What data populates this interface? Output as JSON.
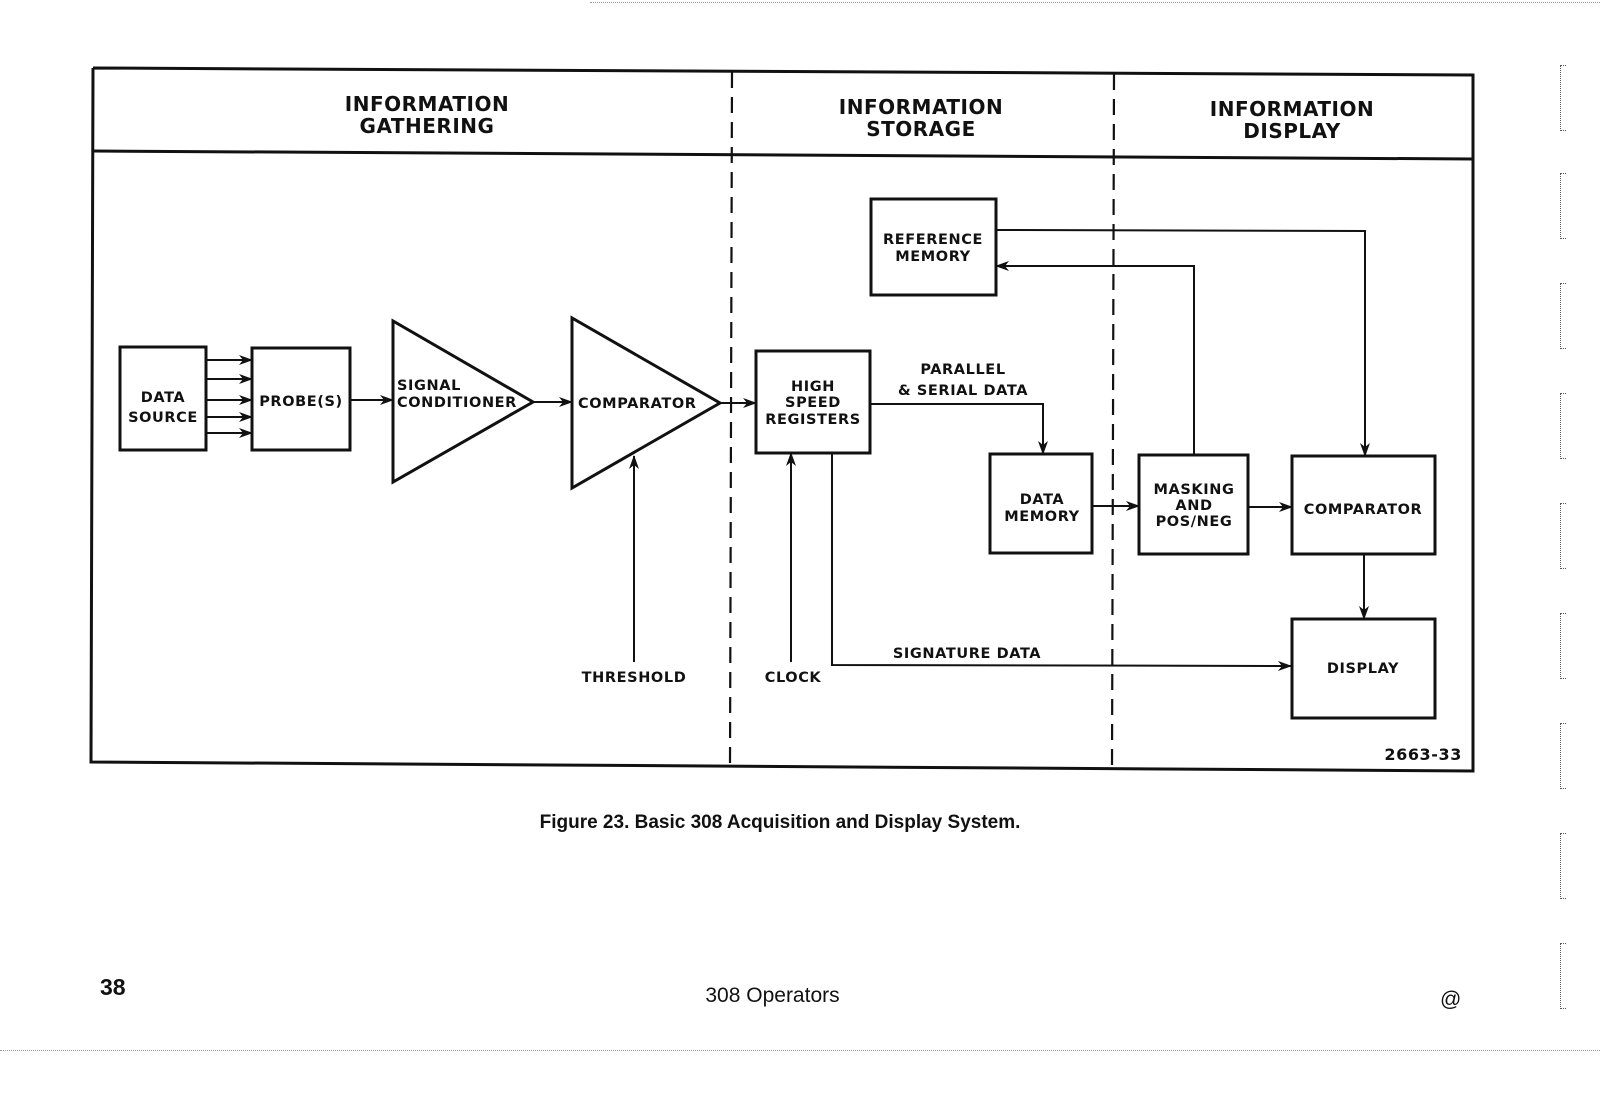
{
  "figure": {
    "sections": [
      {
        "line1": "INFORMATION",
        "line2": "GATHERING"
      },
      {
        "line1": "INFORMATION",
        "line2": "STORAGE"
      },
      {
        "line1": "INFORMATION",
        "line2": "DISPLAY"
      }
    ],
    "blocks": {
      "data_source": [
        "DATA",
        "SOURCE"
      ],
      "probes": "PROBE(S)",
      "signal_conditioner": [
        "SIGNAL",
        "CONDITIONER"
      ],
      "comparator_1": "COMPARATOR",
      "high_speed_registers": [
        "HIGH",
        "SPEED",
        "REGISTERS"
      ],
      "reference_memory": [
        "REFERENCE",
        "MEMORY"
      ],
      "data_memory": [
        "DATA",
        "MEMORY"
      ],
      "masking": [
        "MASKING",
        "AND",
        "POS/NEG"
      ],
      "comparator_2": "COMPARATOR",
      "display": "DISPLAY"
    },
    "signals": {
      "parallel_serial": [
        "PARALLEL",
        "& SERIAL DATA"
      ],
      "threshold": "THRESHOLD",
      "clock": "CLOCK",
      "signature_data": "SIGNATURE DATA"
    },
    "figure_id": "2663-33"
  },
  "caption": "Figure 23.  Basic 308 Acquisition and Display System.",
  "footer": {
    "page_number": "38",
    "title": "308 Operators",
    "mark": "@"
  }
}
